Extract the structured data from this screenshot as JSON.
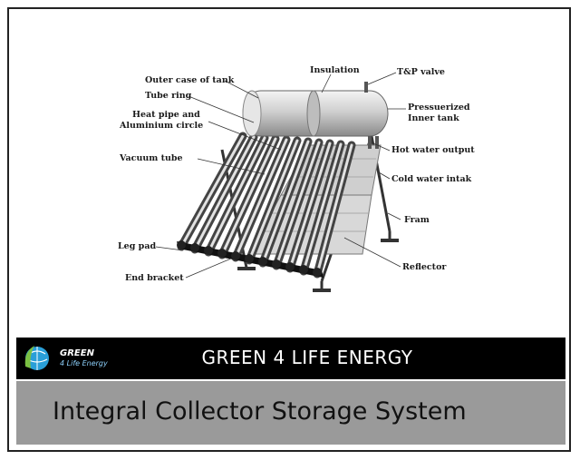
{
  "diagram": {
    "labels": {
      "outer_case": "Outer case of tank",
      "tube_ring": "Tube ring",
      "heat_pipe_1": "Heat pipe and",
      "heat_pipe_2": "Aluminium circle",
      "vacuum_tube": "Vacuum tube",
      "leg_pad": "Leg pad",
      "end_bracket": "End bracket",
      "insulation": "Insulation",
      "tp_valve": "T&P valve",
      "pressurized_1": "Pressuerized",
      "pressurized_2": "Inner tank",
      "hot_water": "Hot water output",
      "cold_water": "Cold water intak",
      "fram": "Fram",
      "reflector": "Reflector"
    }
  },
  "banner": {
    "logo_line1": "GREEN",
    "logo_line2": "4 Life Energy",
    "title": "GREEN 4 LIFE ENERGY"
  },
  "subtitle": "Integral Collector Storage System",
  "colors": {
    "banner_bg": "#000000",
    "subtitle_bg": "#9a9a9a",
    "logo_accent": "#2a9fd8",
    "logo_green": "#7bc043"
  }
}
